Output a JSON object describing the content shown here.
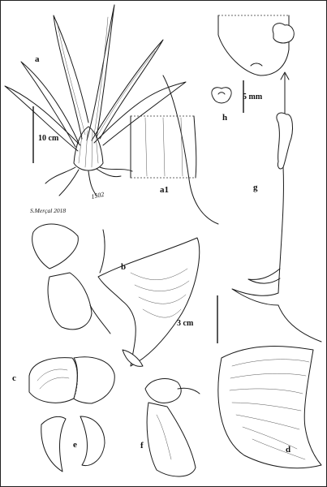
{
  "figure": {
    "panel_labels": {
      "a": "a",
      "a1": "a1",
      "b": "b",
      "c": "c",
      "d": "d",
      "e": "e",
      "f": "f",
      "g": "g",
      "h": "h"
    },
    "scale_bars": {
      "habit": "10 cm",
      "flower": "3 cm",
      "detail": "5 mm"
    },
    "signature": "S.Merçal 2018",
    "specimen_number": "1502"
  }
}
